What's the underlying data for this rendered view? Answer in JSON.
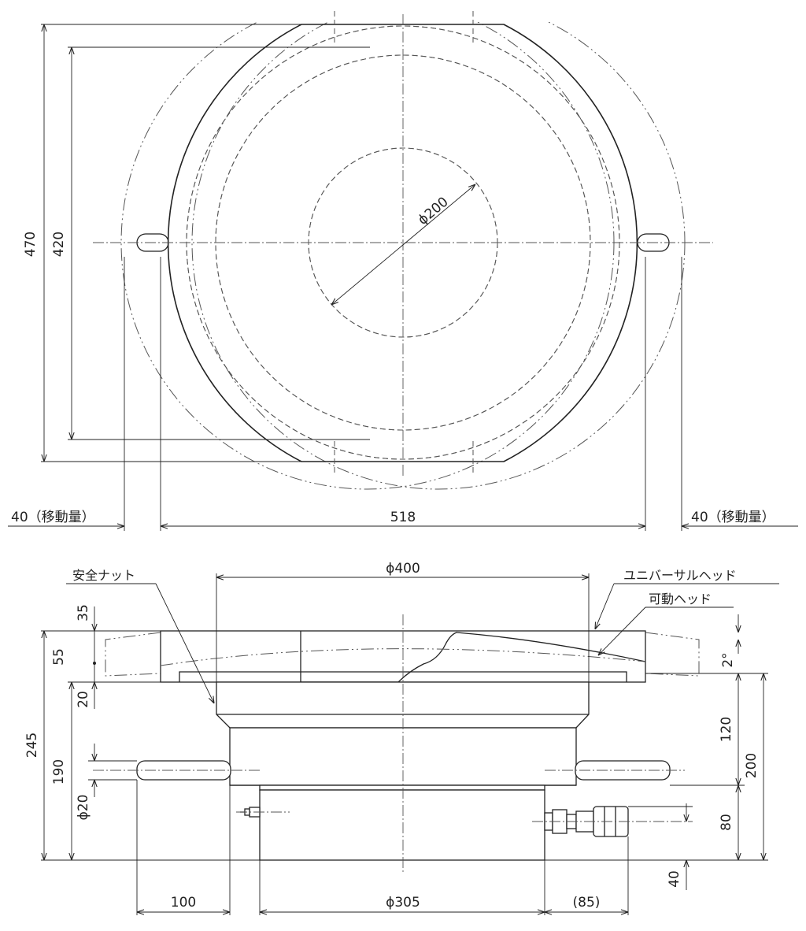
{
  "top_view": {
    "dim_overall_height": "470",
    "dim_inner_height": "420",
    "dim_pitch_diameter": "ϕ200",
    "dim_width": "518",
    "dim_travel_left": "40（移動量）",
    "dim_travel_right": "40（移動量）"
  },
  "front_view": {
    "dim_face_diameter": "ϕ400",
    "dim_cylinder_diameter": "ϕ305",
    "dim_handle_diameter": "ϕ20",
    "dim_handle_length": "100",
    "dim_coupler_projection": "(85)",
    "dim_total_height": "245",
    "dim_handle_height": "190",
    "dim_head_height": "55",
    "dim_head_top": "35",
    "dim_head_bottom": "20",
    "dim_upper_body": "120",
    "dim_lower_body": "200",
    "dim_cylinder_height": "80",
    "dim_coupler_height": "40",
    "dim_tilt_angle": "2°",
    "label_safety_nut": "安全ナット",
    "label_universal_head": "ユニバーサルヘッド",
    "label_movable_head": "可動ヘッド"
  }
}
